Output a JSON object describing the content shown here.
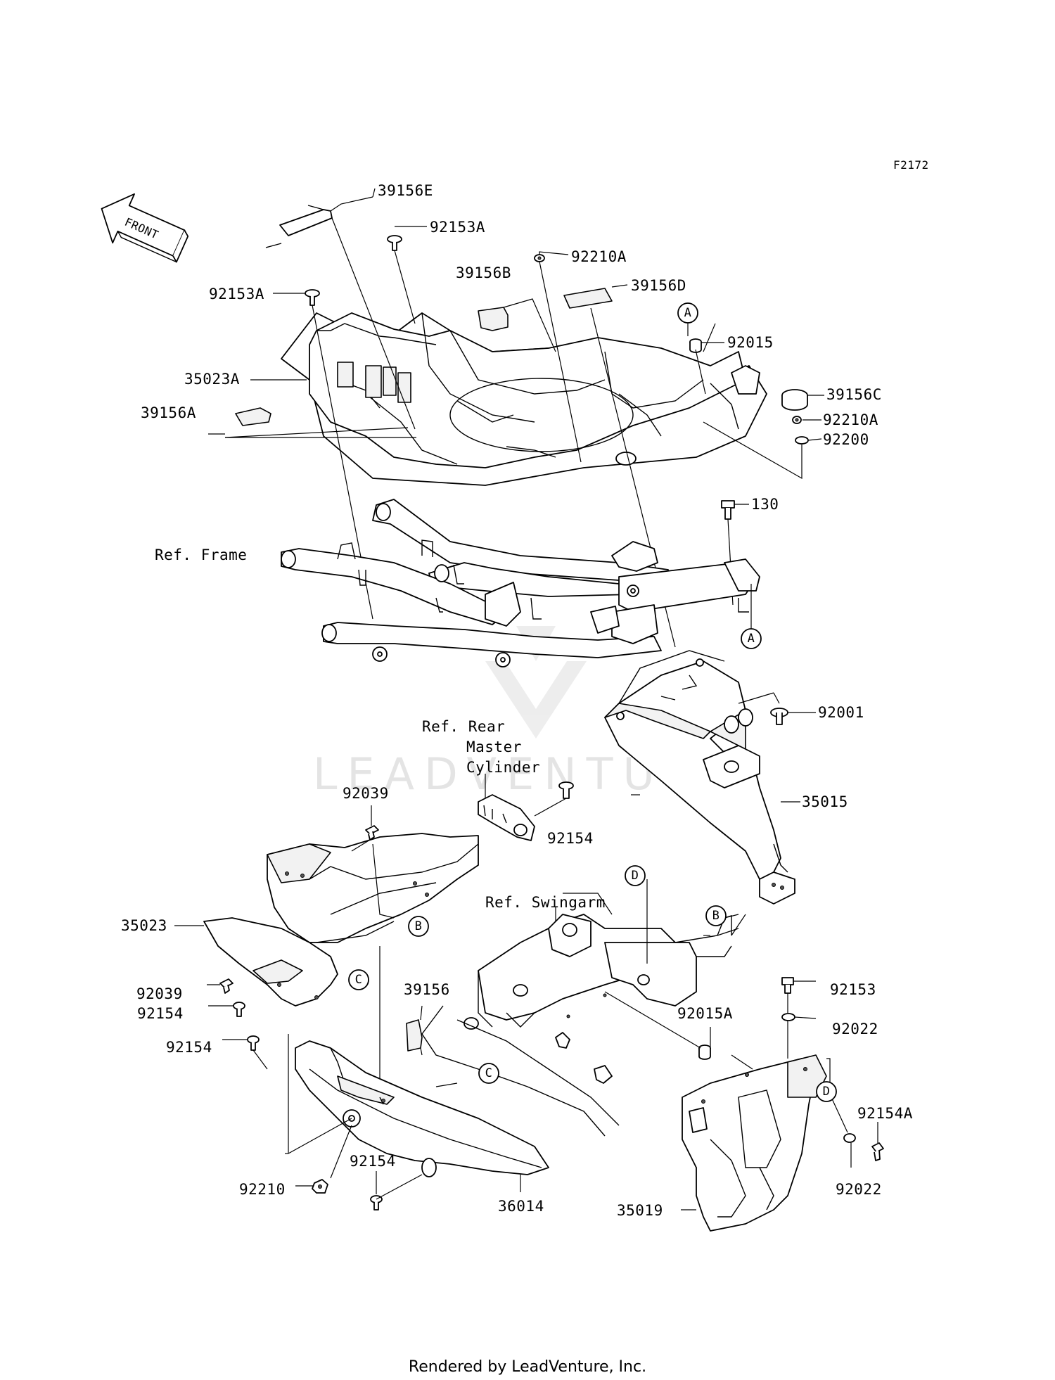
{
  "figure_code": "F2172",
  "front_label": "FRONT",
  "watermark": "LEADVENTURE",
  "footer": "Rendered by LeadVenture, Inc.",
  "parts": {
    "p39156E": "39156E",
    "p92153A_top": "92153A",
    "p92210A_top": "92210A",
    "p39156B": "39156B",
    "p39156D": "39156D",
    "p92153A_left": "92153A",
    "p92015": "92015",
    "p35023A": "35023A",
    "p39156C": "39156C",
    "p39156A": "39156A",
    "p92210A_right": "92210A",
    "p92200": "92200",
    "p130": "130",
    "p92001": "92001",
    "p35015": "35015",
    "p92039_top": "92039",
    "p92154_mid": "92154",
    "p35023": "35023",
    "p92039_low": "92039",
    "p92154_a": "92154",
    "p92154_b": "92154",
    "p39156": "39156",
    "p92015A": "92015A",
    "p92153": "92153",
    "p92022_top": "92022",
    "p92154A": "92154A",
    "p92210": "92210",
    "p92154_bottom": "92154",
    "p36014": "36014",
    "p35019": "35019",
    "p92022_bottom": "92022"
  },
  "refs": {
    "frame": "Ref. Frame",
    "rear_line1": "Ref. Rear",
    "rear_line2": "Master",
    "rear_line3": "Cylinder",
    "swingarm": "Ref. Swingarm"
  },
  "callouts": {
    "A": "A",
    "B": "B",
    "C": "C",
    "D": "D"
  }
}
